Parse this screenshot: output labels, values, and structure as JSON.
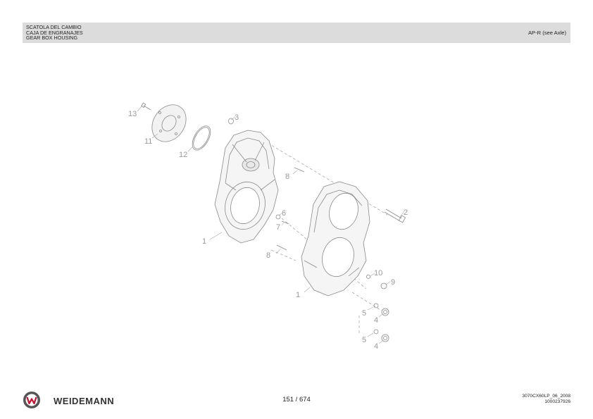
{
  "header": {
    "title_lines": [
      "SCATOLA DEL CAMBIO",
      "CAJA DE ENGRANAJES",
      "GEAR BOX HOUSING"
    ],
    "variant": "AP-R (see Axle)"
  },
  "drawing": {
    "callouts": [
      "13",
      "11",
      "12",
      "3",
      "8",
      "2",
      "6",
      "7",
      "1",
      "8",
      "10",
      "9",
      "1",
      "5",
      "4",
      "5",
      "4"
    ],
    "line_color": "#9a9a9a"
  },
  "footer": {
    "brand": "WEIDEMANN",
    "logo_icon": "weidemann-logo-icon",
    "logo_color": "#555555",
    "page_indicator": "151 / 674",
    "doc_code": "3070CX60LP_06_2008",
    "doc_number": "1000237926"
  }
}
